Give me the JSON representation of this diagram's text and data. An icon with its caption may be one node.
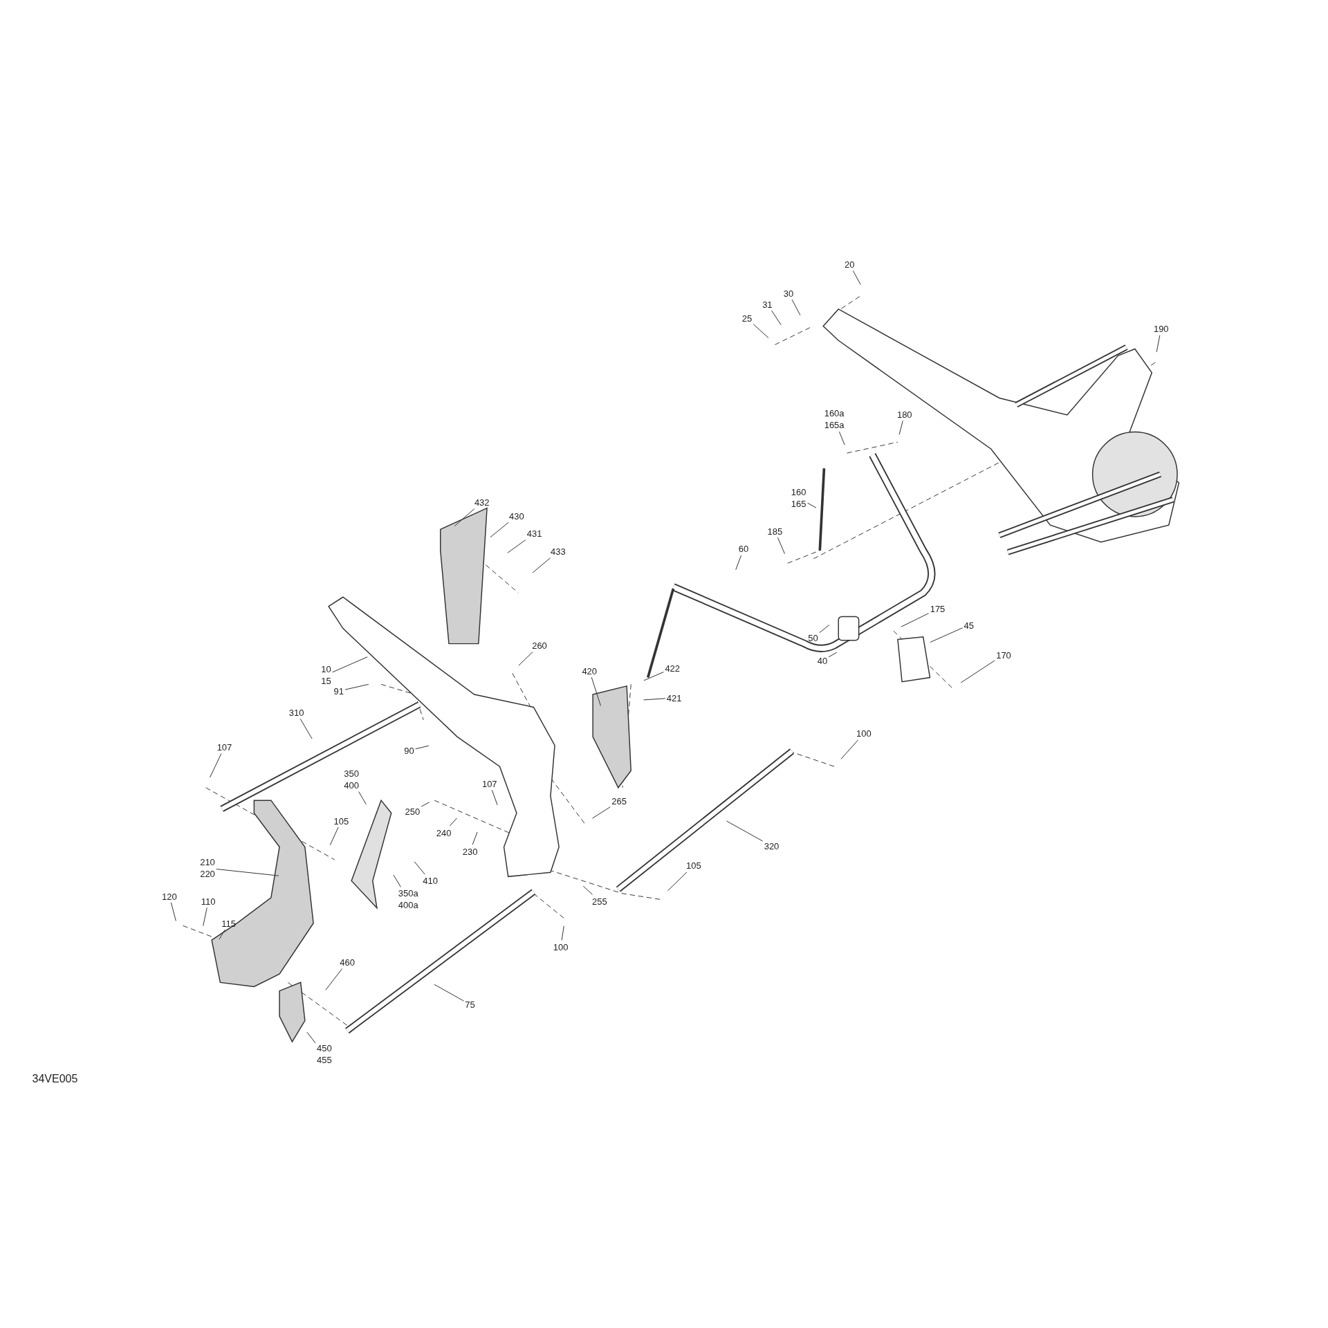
{
  "diagram": {
    "nodes": [
      {
        "text": [
          "20"
        ]
      },
      {
        "text": [
          "31"
        ]
      },
      {
        "text": [
          "30"
        ]
      },
      {
        "text": [
          "25"
        ]
      },
      {
        "text": [
          "190"
        ]
      },
      {
        "text": [
          "160a",
          "165a"
        ]
      },
      {
        "text": [
          "180"
        ]
      },
      {
        "text": [
          "160",
          "165"
        ]
      },
      {
        "text": [
          "185"
        ]
      },
      {
        "text": [
          "60"
        ]
      },
      {
        "text": [
          "432"
        ]
      },
      {
        "text": [
          "430"
        ]
      },
      {
        "text": [
          "431"
        ]
      },
      {
        "text": [
          "433"
        ]
      },
      {
        "text": [
          "50"
        ]
      },
      {
        "text": [
          "40"
        ]
      },
      {
        "text": [
          "175"
        ]
      },
      {
        "text": [
          "45"
        ]
      },
      {
        "text": [
          "170"
        ]
      },
      {
        "text": [
          "10",
          "15"
        ]
      },
      {
        "text": [
          "260"
        ]
      },
      {
        "text": [
          "91"
        ]
      },
      {
        "text": [
          "420"
        ]
      },
      {
        "text": [
          "422"
        ]
      },
      {
        "text": [
          "421"
        ]
      },
      {
        "text": [
          "310"
        ]
      },
      {
        "text": [
          "90"
        ]
      },
      {
        "text": [
          "107"
        ]
      },
      {
        "text": [
          "100"
        ]
      },
      {
        "text": [
          "350",
          "400"
        ]
      },
      {
        "text": [
          "250"
        ]
      },
      {
        "text": [
          "240"
        ]
      },
      {
        "text": [
          "230"
        ]
      },
      {
        "text": [
          "107"
        ]
      },
      {
        "text": [
          "265"
        ]
      },
      {
        "text": [
          "210",
          "220"
        ]
      },
      {
        "text": [
          "105"
        ]
      },
      {
        "text": [
          "410"
        ]
      },
      {
        "text": [
          "350a",
          "400a"
        ]
      },
      {
        "text": [
          "320"
        ]
      },
      {
        "text": [
          "105"
        ]
      },
      {
        "text": [
          "255"
        ]
      },
      {
        "text": [
          "120"
        ]
      },
      {
        "text": [
          "110"
        ]
      },
      {
        "text": [
          "115"
        ]
      },
      {
        "text": [
          "100"
        ]
      },
      {
        "text": [
          "460"
        ]
      },
      {
        "text": [
          "75"
        ]
      },
      {
        "text": [
          "450",
          "455"
        ]
      }
    ],
    "edges": [
      {
        "from": 0,
        "to": null,
        "arrow": "none"
      },
      {
        "from": 1,
        "to": null,
        "arrow": "none"
      },
      {
        "from": 2,
        "to": null,
        "arrow": "none"
      },
      {
        "from": 3,
        "to": null,
        "arrow": "none"
      },
      {
        "from": 4,
        "to": null,
        "arrow": "none"
      },
      {
        "from": 5,
        "to": null,
        "arrow": "none"
      },
      {
        "from": 6,
        "to": null,
        "arrow": "none"
      },
      {
        "from": 7,
        "to": null,
        "arrow": "none"
      },
      {
        "from": 8,
        "to": null,
        "arrow": "none"
      },
      {
        "from": 9,
        "to": null,
        "arrow": "none"
      },
      {
        "from": 10,
        "to": null,
        "arrow": "none"
      },
      {
        "from": 11,
        "to": null,
        "arrow": "none"
      },
      {
        "from": 12,
        "to": null,
        "arrow": "none"
      },
      {
        "from": 13,
        "to": null,
        "arrow": "none"
      },
      {
        "from": 14,
        "to": null,
        "arrow": "none"
      },
      {
        "from": 15,
        "to": null,
        "arrow": "none"
      },
      {
        "from": 16,
        "to": null,
        "arrow": "none"
      },
      {
        "from": 17,
        "to": null,
        "arrow": "none"
      },
      {
        "from": 18,
        "to": null,
        "arrow": "none"
      },
      {
        "from": 19,
        "to": null,
        "arrow": "none"
      },
      {
        "from": 20,
        "to": null,
        "arrow": "none"
      },
      {
        "from": 21,
        "to": null,
        "arrow": "none"
      },
      {
        "from": 22,
        "to": null,
        "arrow": "none"
      },
      {
        "from": 23,
        "to": null,
        "arrow": "none"
      },
      {
        "from": 24,
        "to": null,
        "arrow": "none"
      },
      {
        "from": 25,
        "to": null,
        "arrow": "none"
      },
      {
        "from": 26,
        "to": null,
        "arrow": "none"
      },
      {
        "from": 27,
        "to": null,
        "arrow": "none"
      },
      {
        "from": 28,
        "to": null,
        "arrow": "none"
      },
      {
        "from": 29,
        "to": null,
        "arrow": "none"
      },
      {
        "from": 30,
        "to": null,
        "arrow": "none"
      },
      {
        "from": 31,
        "to": null,
        "arrow": "none"
      },
      {
        "from": 32,
        "to": null,
        "arrow": "none"
      },
      {
        "from": 33,
        "to": null,
        "arrow": "none"
      },
      {
        "from": 34,
        "to": null,
        "arrow": "none"
      },
      {
        "from": 35,
        "to": null,
        "arrow": "none"
      },
      {
        "from": 36,
        "to": null,
        "arrow": "none"
      },
      {
        "from": 37,
        "to": null,
        "arrow": "none"
      },
      {
        "from": 38,
        "to": null,
        "arrow": "none"
      },
      {
        "from": 39,
        "to": null,
        "arrow": "none"
      },
      {
        "from": 40,
        "to": null,
        "arrow": "none"
      },
      {
        "from": 41,
        "to": null,
        "arrow": "none"
      },
      {
        "from": 42,
        "to": null,
        "arrow": "none"
      },
      {
        "from": 43,
        "to": null,
        "arrow": "none"
      },
      {
        "from": 44,
        "to": null,
        "arrow": "none"
      },
      {
        "from": 45,
        "to": null,
        "arrow": "none"
      },
      {
        "from": 46,
        "to": null,
        "arrow": "none"
      },
      {
        "from": 47,
        "to": null,
        "arrow": "none"
      },
      {
        "from": 48,
        "to": null,
        "arrow": "none"
      }
    ],
    "labels": [
      "34VE005"
    ]
  }
}
